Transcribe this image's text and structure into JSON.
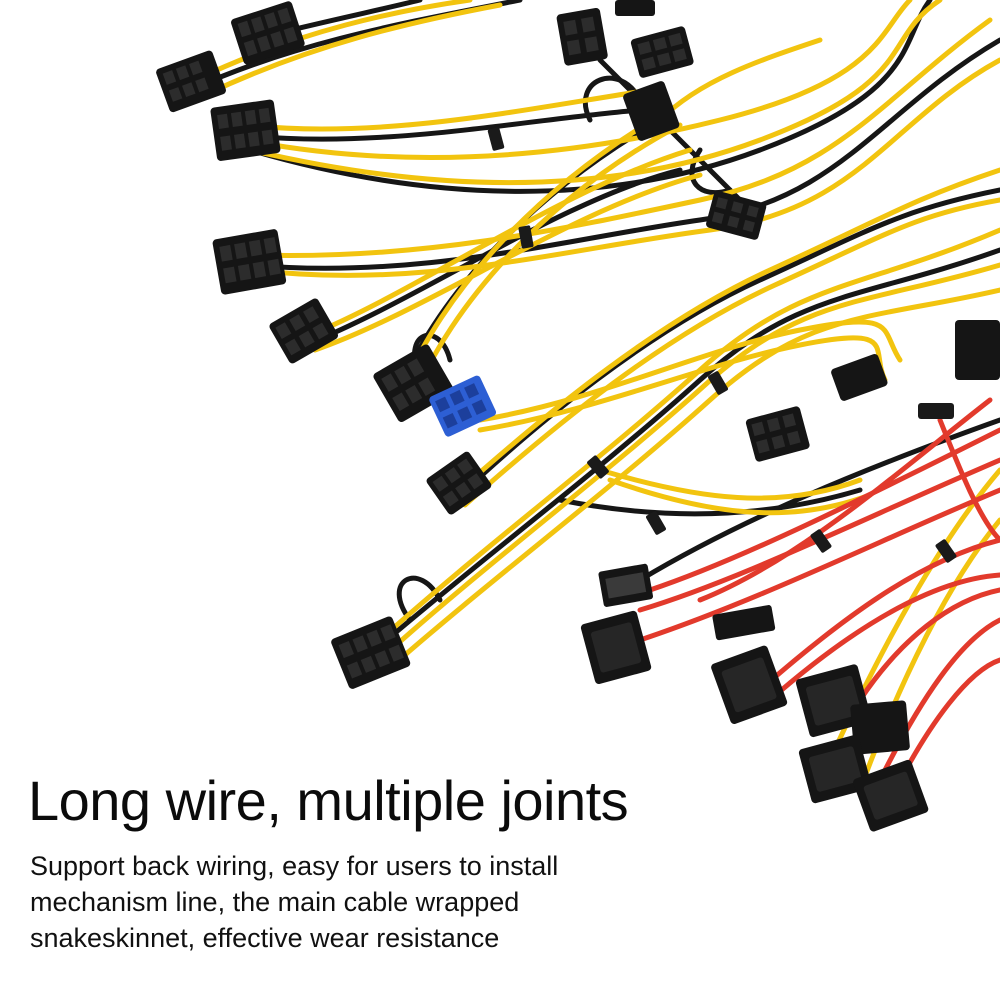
{
  "product_image": {
    "subject": "power-supply-modular-cables",
    "colors": {
      "background": "#ffffff",
      "yellow_wire": "#f2c40f",
      "black_wire": "#141414",
      "red_wire": "#e23a2c",
      "connector_black": "#151515",
      "connector_blue": "#2d5fd4"
    }
  },
  "caption": {
    "headline": "Long wire, multiple joints",
    "lines": [
      "Support back wiring, easy for users to install",
      "mechanism line, the main cable wrapped",
      "snakeskinnet, effective wear resistance"
    ]
  }
}
